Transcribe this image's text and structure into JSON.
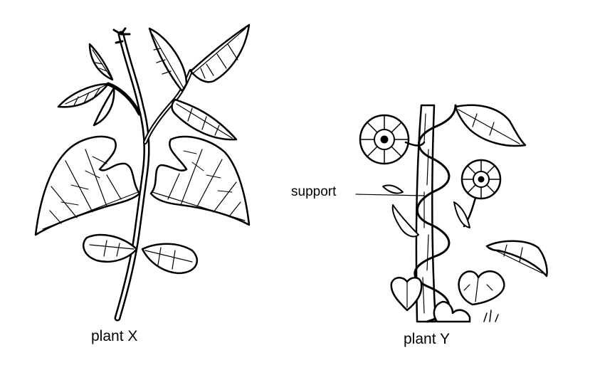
{
  "captions": {
    "plant_x": "plant X",
    "plant_y": "plant Y"
  },
  "labels": {
    "support": "support"
  },
  "colors": {
    "ink": "#000000",
    "background": "#ffffff"
  }
}
